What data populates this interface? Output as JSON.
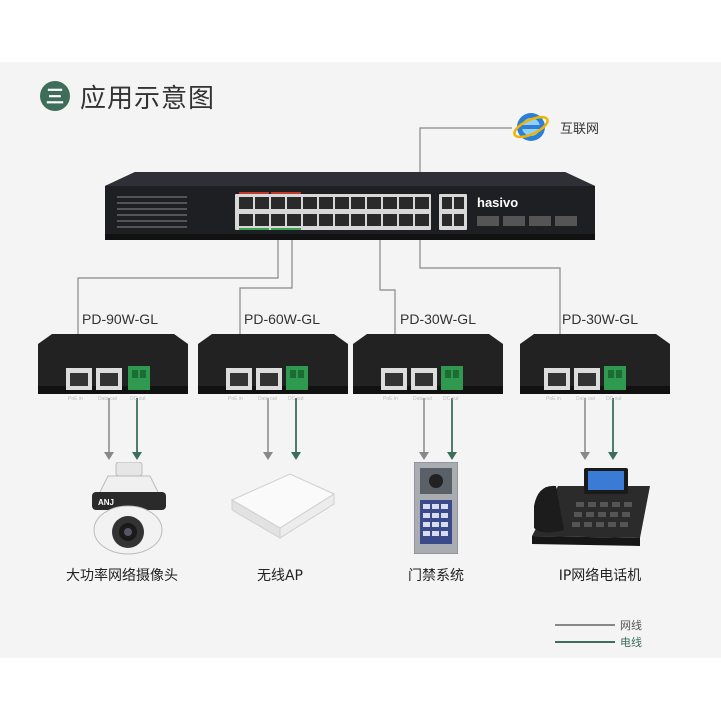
{
  "title": {
    "badge": "三",
    "text": "应用示意图"
  },
  "internet": {
    "label": "互联网",
    "icon": "internet-explorer-icon"
  },
  "switch": {
    "brand": "hasivo"
  },
  "injectors": [
    {
      "model": "PD-90W-GL",
      "port_poe_in": "PoE in",
      "port_data_out": "Data out",
      "port_dc_out": "DC out"
    },
    {
      "model": "PD-60W-GL",
      "port_poe_in": "PoE in",
      "port_data_out": "Data out",
      "port_dc_out": "DC out"
    },
    {
      "model": "PD-30W-GL",
      "port_poe_in": "PoE in",
      "port_data_out": "Data out",
      "port_dc_out": "DC out"
    },
    {
      "model": "PD-30W-GL",
      "port_poe_in": "PoE in",
      "port_data_out": "Data out",
      "port_dc_out": "DC out"
    }
  ],
  "devices": [
    {
      "label": "大功率网络摄像头",
      "icon": "ptz-camera-icon",
      "brand": "ANJ"
    },
    {
      "label": "无线AP",
      "icon": "wireless-ap-icon"
    },
    {
      "label": "门禁系统",
      "icon": "access-control-panel-icon"
    },
    {
      "label": "IP网络电话机",
      "icon": "ip-phone-icon"
    }
  ],
  "legend": [
    {
      "label": "网线",
      "color": "#888888"
    },
    {
      "label": "电线",
      "color": "#3e6e5a"
    }
  ],
  "colors": {
    "accent": "#3e6e5a",
    "network": "#888888",
    "power": "#3e6e5a",
    "background": "#f4f4f4"
  }
}
